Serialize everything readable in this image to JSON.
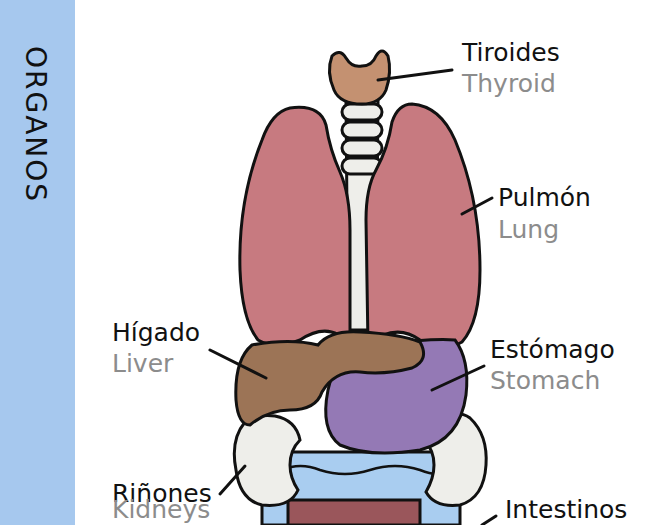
{
  "diagram": {
    "title": "ORGANOS",
    "labels": [
      "Tiroides",
      "Thyroid",
      "Pulmón",
      "Lung",
      "Hígado",
      "Liver",
      "Estómago",
      "Stomach",
      "Riñones",
      "Kidneys",
      "Intestinos"
    ]
  }
}
